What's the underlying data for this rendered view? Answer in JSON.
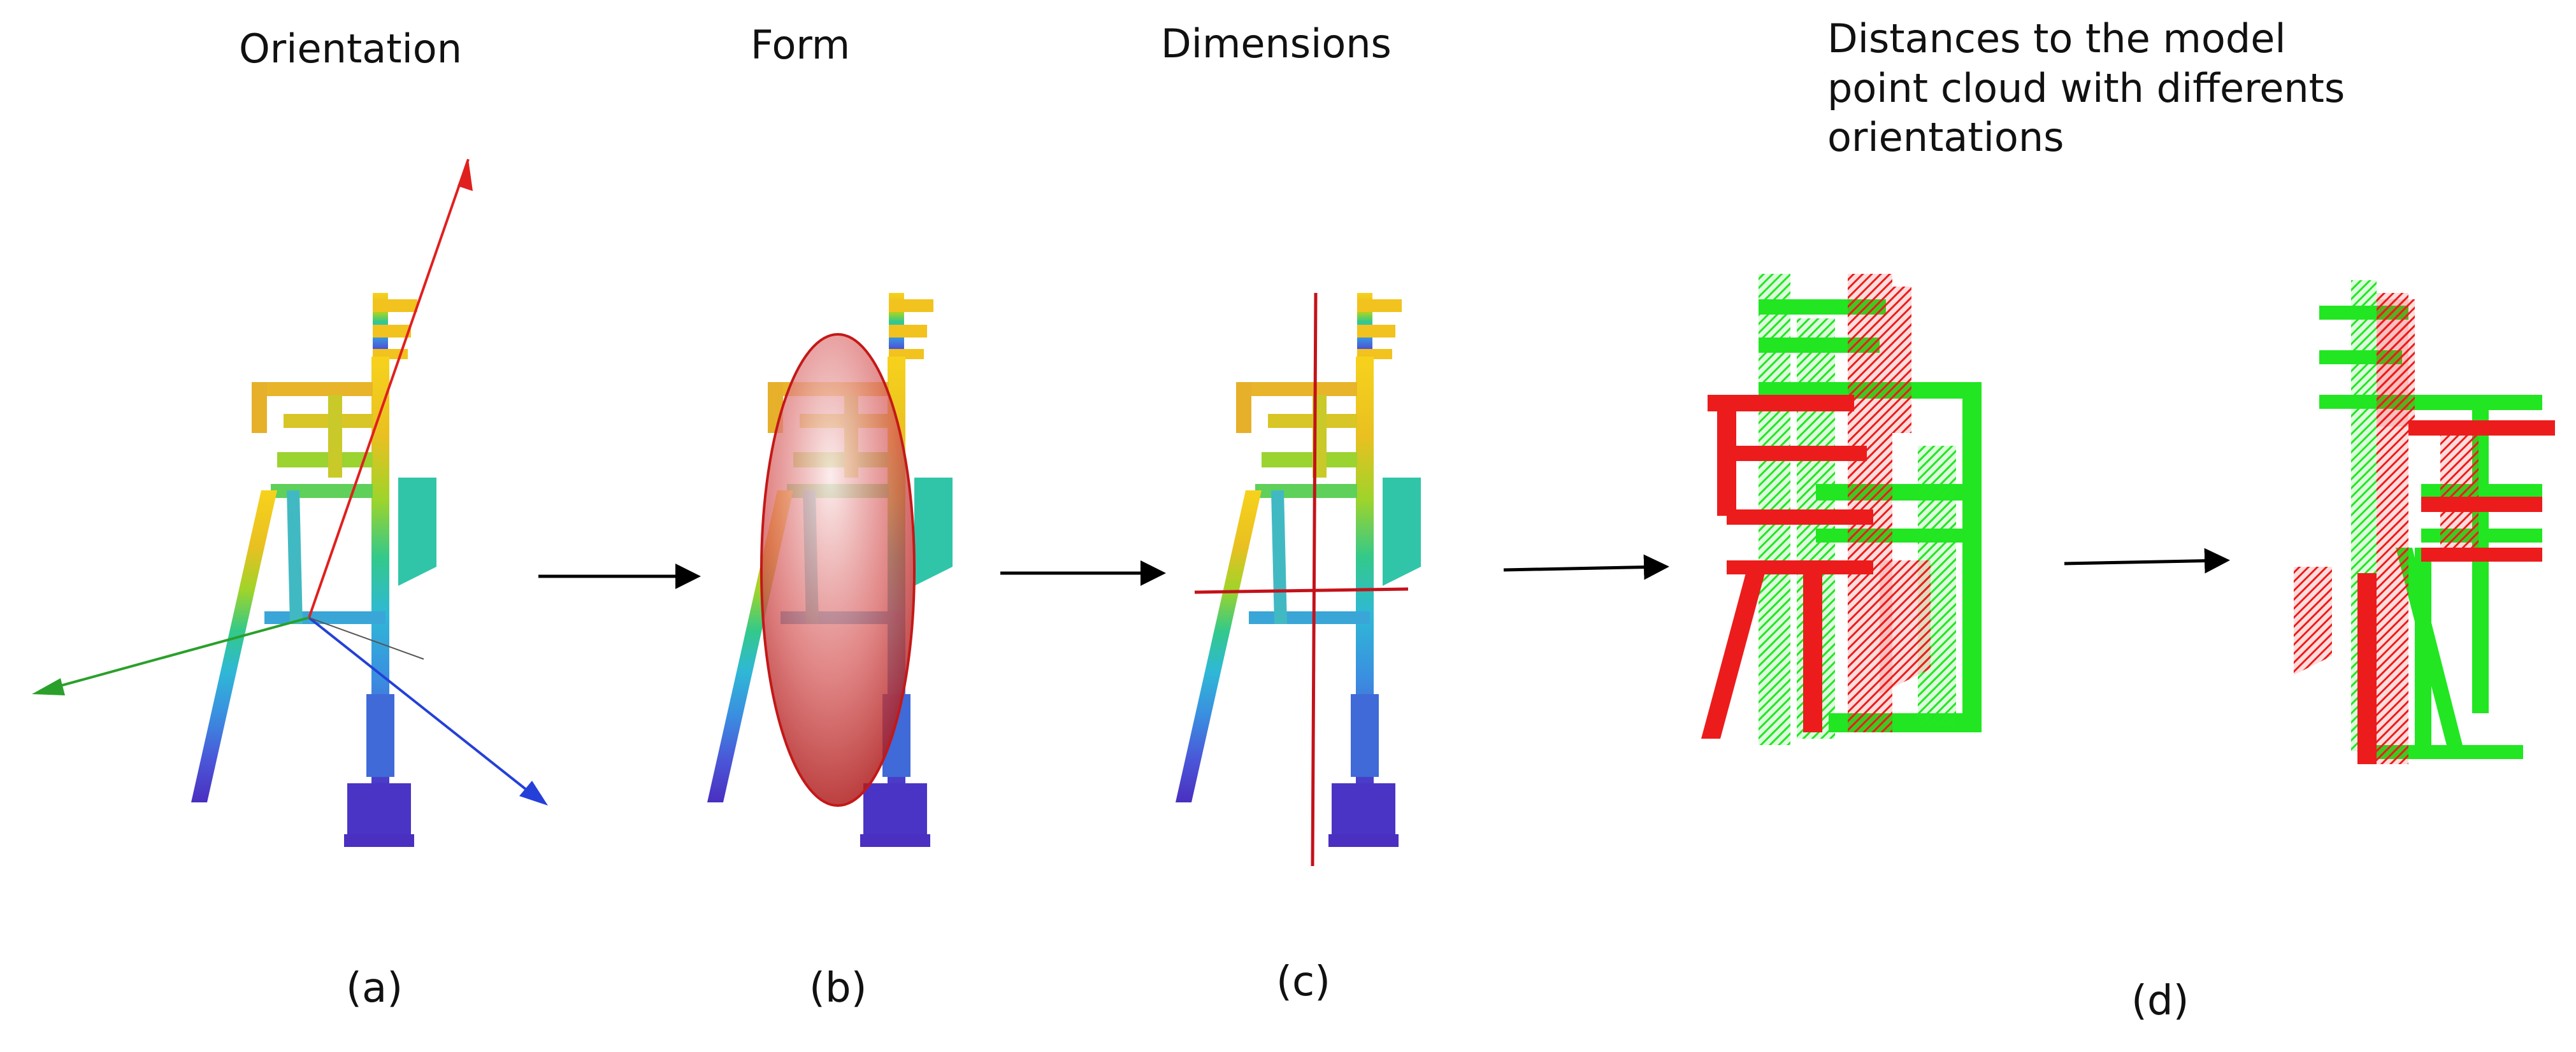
{
  "panels": {
    "a": {
      "heading": "Orientation",
      "caption": "(a)"
    },
    "b": {
      "heading": "Form",
      "caption": "(b)"
    },
    "c": {
      "heading": "Dimensions",
      "caption": "(c)"
    },
    "d": {
      "heading_lines": [
        "Distances to the model",
        "point cloud with differents",
        "orientations"
      ],
      "caption": "(d)"
    }
  },
  "colors": {
    "axis_x": "#e0201e",
    "axis_y": "#2aa02a",
    "axis_z": "#2440d8",
    "ellipse": "#c41818",
    "dimension_lines": "#c4121a",
    "cloud_model": "#22e622",
    "cloud_candidate": "#ec1c1c",
    "arrow": "#000000"
  }
}
